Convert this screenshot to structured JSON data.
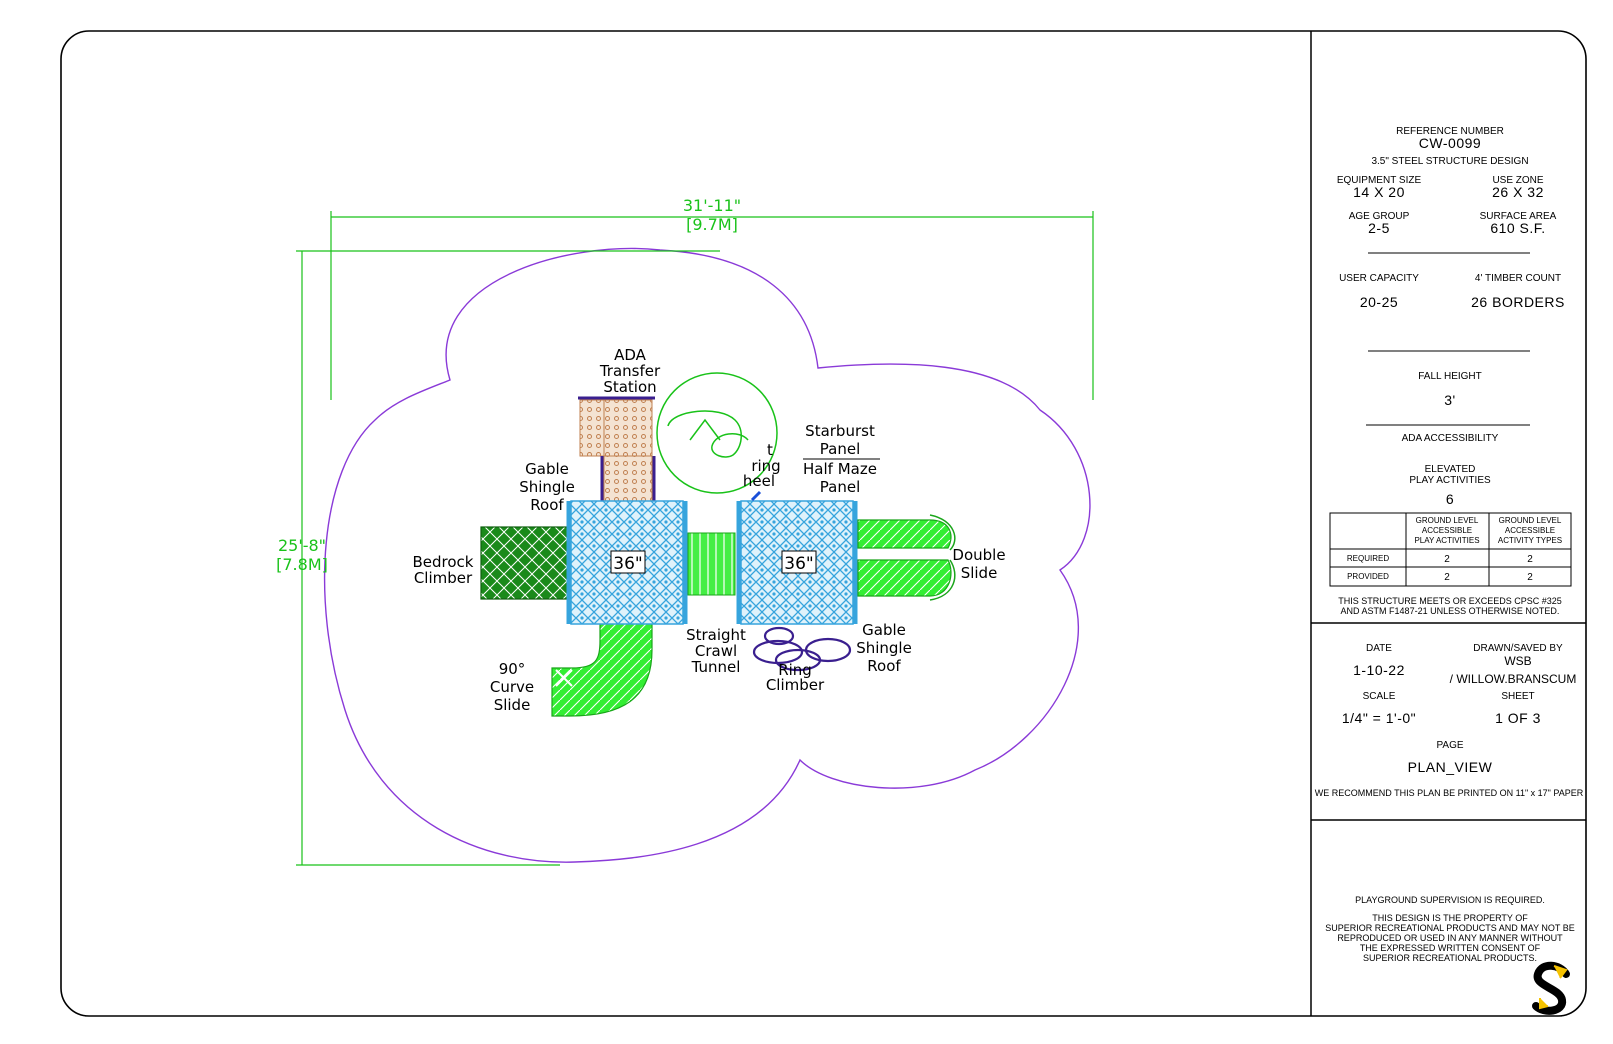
{
  "plan": {
    "labels": {
      "ada_transfer_station": [
        "ADA",
        "Transfer",
        "Station"
      ],
      "gable_roof_left": [
        "Gable",
        "Shingle",
        "Roof"
      ],
      "bedrock_climber": [
        "Bedrock",
        "Climber"
      ],
      "curve_slide": [
        "90°",
        "Curve",
        "Slide"
      ],
      "straight_crawl_tunnel": [
        "Straight",
        "Crawl",
        "Tunnel"
      ],
      "ring_climber": [
        "Ring",
        "Climber"
      ],
      "gable_roof_right": [
        "Gable",
        "Shingle",
        "Roof"
      ],
      "double_slide": [
        "Double",
        "Slide"
      ],
      "starburst_panel": [
        "Starburst",
        "Panel"
      ],
      "half_maze_panel": [
        "Half Maze",
        "Panel"
      ],
      "steering_wheel_fragment": [
        "t",
        "ring",
        "heel"
      ],
      "deck_left_height": "36\"",
      "deck_right_height": "36\""
    },
    "dimensions": {
      "width_imperial": "31'-11\"",
      "width_metric": "[9.7M]",
      "depth_imperial": "25'-8\"",
      "depth_metric": "[7.8M]"
    },
    "colors": {
      "border": "#000000",
      "use_zone": "#8a3ad8",
      "dimension": "#19c219",
      "slide": "#33ee33",
      "deck": "#36a4dd",
      "climber": "#1a8a1a",
      "panel": "#c08050",
      "rail": "#3a1f8f"
    }
  },
  "title_block": {
    "reference_number_label": "REFERENCE NUMBER",
    "reference_number": "CW-0099",
    "design": "3.5\" STEEL STRUCTURE DESIGN",
    "equipment_size_label": "EQUIPMENT SIZE",
    "equipment_size": "14 X 20",
    "use_zone_label": "USE ZONE",
    "use_zone": "26 X 32",
    "age_group_label": "AGE GROUP",
    "age_group": "2-5",
    "surface_area_label": "SURFACE AREA",
    "surface_area": "610 S.F.",
    "user_capacity_label": "USER CAPACITY",
    "user_capacity": "20-25",
    "timber_count_label": "4' TIMBER COUNT",
    "timber_count": "26 BORDERS",
    "fall_height_label": "FALL HEIGHT",
    "fall_height": "3'",
    "ada_accessibility_label": "ADA ACCESSIBILITY",
    "elevated_label": [
      "ELEVATED",
      "PLAY ACTIVITIES"
    ],
    "elevated_count": "6",
    "ada_table": {
      "col1": [
        "GROUND LEVEL",
        "ACCESSIBLE",
        "PLAY ACTIVITIES"
      ],
      "col2": [
        "GROUND LEVEL",
        "ACCESSIBLE",
        "ACTIVITY TYPES"
      ],
      "rows": [
        {
          "label": "REQUIRED",
          "a": "2",
          "b": "2"
        },
        {
          "label": "PROVIDED",
          "a": "2",
          "b": "2"
        }
      ]
    },
    "compliance": [
      "THIS STRUCTURE MEETS OR EXCEEDS CPSC #325",
      "AND ASTM F1487-21 UNLESS OTHERWISE NOTED."
    ],
    "date_label": "DATE",
    "date": "1-10-22",
    "drawn_label": "DRAWN/SAVED BY",
    "drawn_by": "WSB",
    "drawn_path": "/ WILLOW.BRANSCUM",
    "scale_label": "SCALE",
    "scale": "1/4\" = 1'-0\"",
    "sheet_label": "SHEET",
    "sheet": "1 OF 3",
    "page_label": "PAGE",
    "page": "PLAN_VIEW",
    "print_note": "WE RECOMMEND THIS PLAN BE PRINTED ON 11\" x 17\" PAPER",
    "supervision": "PLAYGROUND SUPERVISION IS REQUIRED.",
    "property_notice": [
      "THIS DESIGN IS THE PROPERTY OF",
      "SUPERIOR RECREATIONAL PRODUCTS AND MAY NOT BE",
      "REPRODUCED OR USED IN ANY MANNER WITHOUT",
      "THE EXPRESSED WRITTEN CONSENT OF",
      "SUPERIOR RECREATIONAL PRODUCTS."
    ],
    "logo_letter": "S",
    "logo_colors": {
      "main": "#000000",
      "accent": "#f5c200"
    }
  }
}
